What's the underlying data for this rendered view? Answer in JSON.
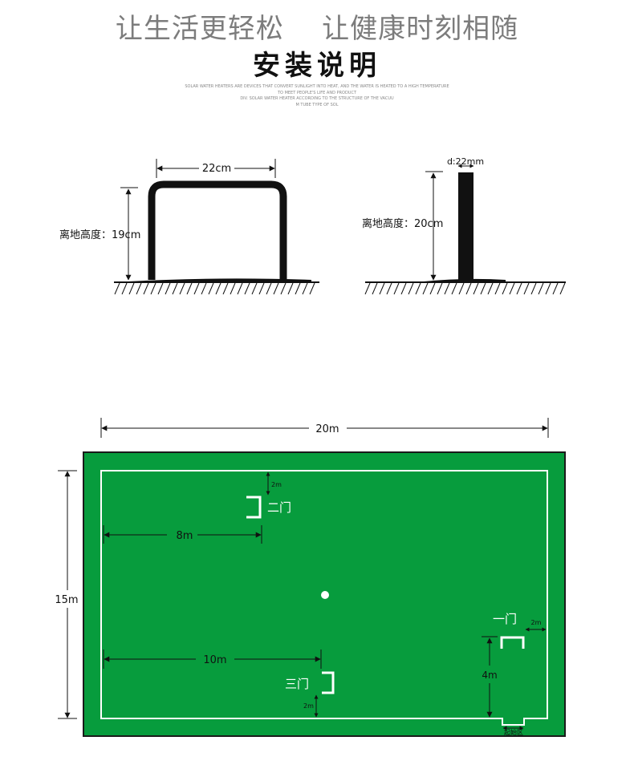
{
  "header": {
    "slogan": "让生活更轻松    让健康时刻相随",
    "title": "安装说明",
    "subtext": [
      "SOLAR WATER HEATERS ARE DEVICES THAT CONVERT SUNLIGHT INTO HEAT, AND THE WATER IS HEATED TO A HIGH TEMPERATURE",
      "TO MEET PEOPLE'S LIFE AND PRODUCT",
      "DIV. SOLAR WATER HEATER ACCORDING TO THE STRUCTURE OF THE VACUU",
      "M TUBE TYPE OF SOL"
    ]
  },
  "gate_diagram": {
    "width_label": "22cm",
    "height_label": "离地高度：19cm"
  },
  "post_diagram": {
    "diameter_label": "d:22mm",
    "height_label": "离地高度：20cm"
  },
  "field": {
    "colors": {
      "grass": "#079c3d",
      "line": "#ffffff",
      "border": "#1a1a1a"
    },
    "width_label": "20m",
    "height_label": "15m",
    "gate2": {
      "name": "二门",
      "top_offset": "2m",
      "left_offset": "8m"
    },
    "gate3": {
      "name": "三门",
      "bottom_offset": "2m",
      "left_offset": "10m"
    },
    "gate1": {
      "name": "一门",
      "right_offset": "2m",
      "bottom_offset": "4m"
    },
    "start_area": "起始区"
  }
}
